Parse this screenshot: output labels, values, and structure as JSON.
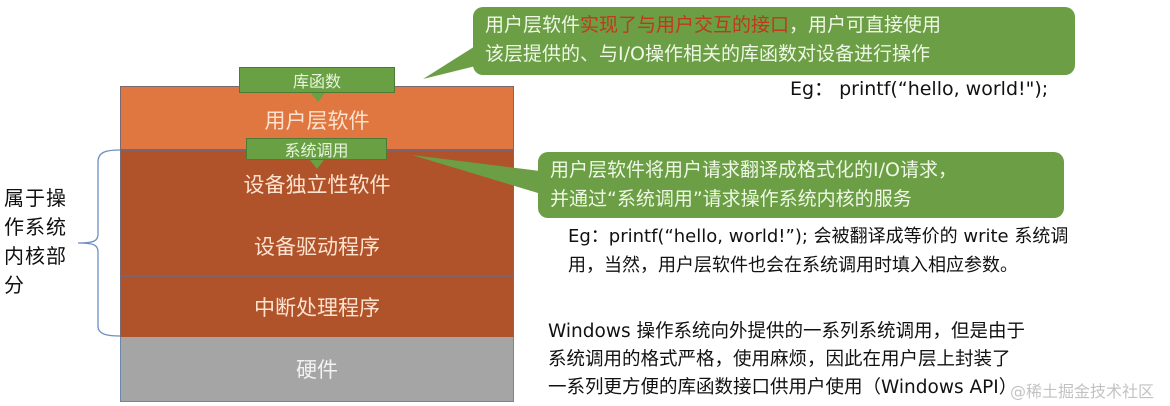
{
  "diagram": {
    "layers": [
      {
        "id": "user",
        "label": "用户层软件",
        "color": "#e07640"
      },
      {
        "id": "device-independent",
        "label": "设备独立性软件",
        "color": "#b0522a"
      },
      {
        "id": "device-driver",
        "label": "设备驱动程序",
        "color": "#b0522a"
      },
      {
        "id": "interrupt-handler",
        "label": "中断处理程序",
        "color": "#b0522a"
      },
      {
        "id": "hardware",
        "label": "硬件",
        "color": "#a5a5a5"
      }
    ],
    "interfaces": {
      "library": "库函数",
      "syscall": "系统调用"
    },
    "kernel_brace_label": "属于操作系统内核部分",
    "callouts": {
      "top": {
        "pre": "用户层软件",
        "highlight": "实现了与用户交互的接口",
        "post": "，用户可直接使用该层提供的、与I/O操作相关的库函数对设备进行操作",
        "line1_post": "，用户可直接使用",
        "line2": "该层提供的、与I/O操作相关的库函数对设备进行操作"
      },
      "mid": {
        "line1": "用户层软件将用户请求翻译成格式化的I/O请求，",
        "line2": "并通过“系统调用”请求操作系统内核的服务"
      }
    },
    "notes": {
      "eg_top": "Eg：  printf(“hello, world!\");",
      "eg_mid_line1": "Eg：printf(“hello, world!”); 会被翻译成等价的 write 系统调",
      "eg_mid_line2": "用，当然，用户层软件也会在系统调用时填入相应参数。",
      "windows_line1": "Windows 操作系统向外提供的一系列系统调用，但是由于",
      "windows_line2": "系统调用的格式严格，使用麻烦，因此在用户层上封装了",
      "windows_line3": "一系列更方便的库函数接口供用户使用（Windows API）"
    },
    "watermark": "@稀土掘金技术社区",
    "colors": {
      "callout_green": "#6b9e45",
      "tab_green": "#68a043",
      "highlight_red": "#c0391b",
      "brace_blue": "#6d8fc4"
    }
  }
}
